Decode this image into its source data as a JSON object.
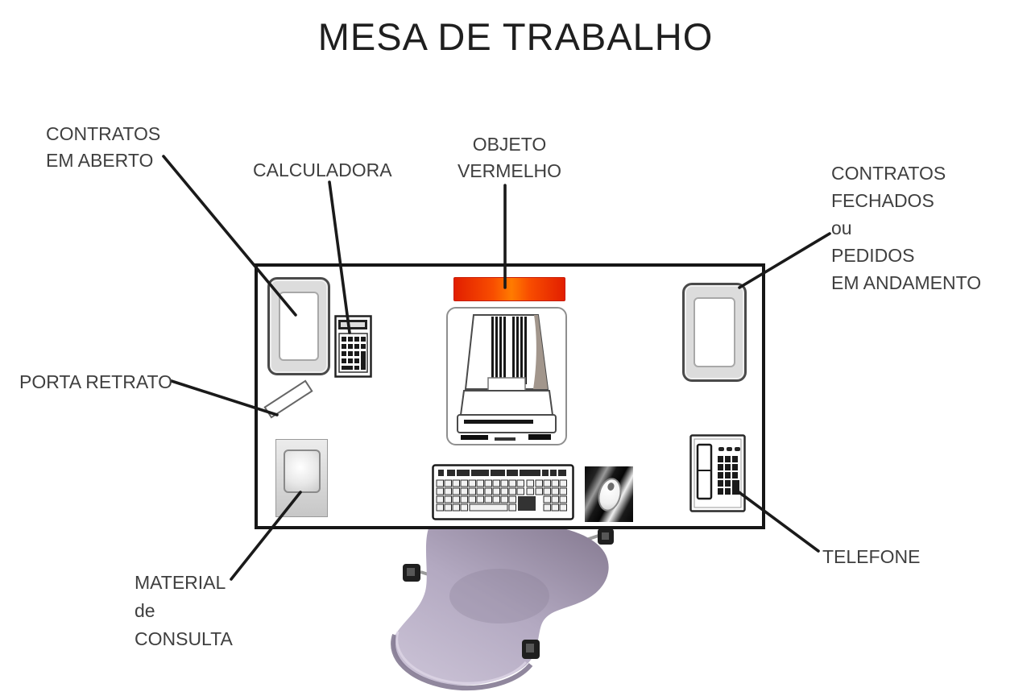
{
  "title": "MESA DE TRABALHO",
  "labels": {
    "contratos_em_aberto": "CONTRATOS\nEM ABERTO",
    "calculadora": "CALCULADORA",
    "objeto_vermelho": "OBJETO\nVERMELHO",
    "contratos_fechados": "CONTRATOS\nFECHADOS\nou\nPEDIDOS\nEM ANDAMENTO",
    "porta_retrato": "PORTA RETRATO",
    "material_consulta": "MATERIAL\nde\nCONSULTA",
    "telefone": "TELEFONE"
  },
  "objects": {
    "tray_left": "open-contracts-tray",
    "calculator": "calculator",
    "red_object": "red-object-bar",
    "monitor": "computer-monitor-back",
    "tray_right": "closed-contracts-tray",
    "picture_frame": "picture-frame",
    "reference_material": "reference-material-book",
    "keyboard": "keyboard",
    "mousepad": "mousepad-with-mouse",
    "phone": "telephone",
    "chair": "office-chair"
  },
  "colors": {
    "red_object_edge": "#e21f00",
    "red_object_center": "#ff7b00",
    "chair_light": "#cdc5d8",
    "chair_dark": "#9187a0",
    "leader_line": "#1a1a1a",
    "label_text": "#3f3f3f",
    "desk_border": "#161616"
  }
}
